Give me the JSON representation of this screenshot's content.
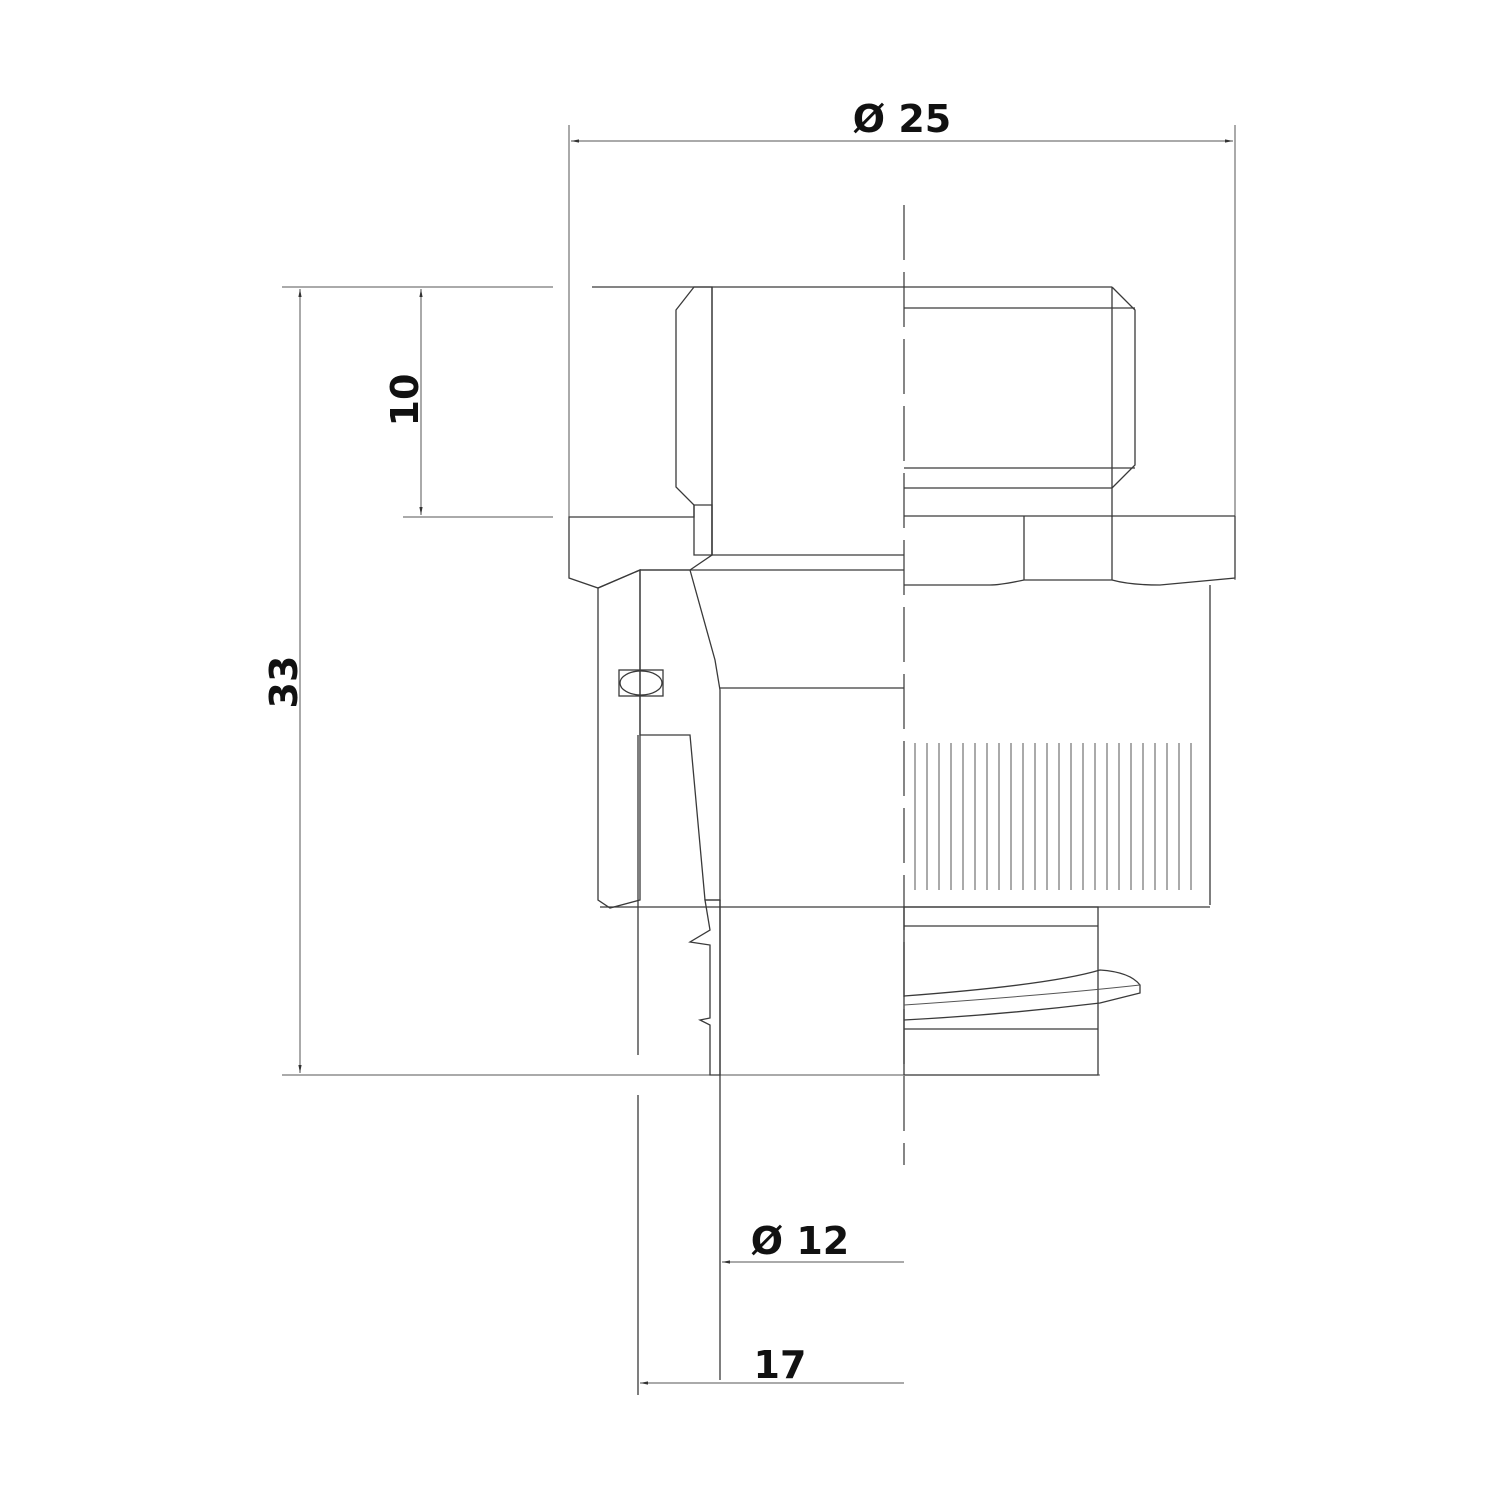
{
  "drawing": {
    "type": "technical-section-drawing",
    "subject": "threaded fitting with hex nut, knurled ring and O-ring (half section)",
    "line_color": "#3a3a3a",
    "text_color": "#111111",
    "background": "#ffffff"
  },
  "dimensions": {
    "outer_diameter": {
      "label": "Ø 25",
      "value": 25,
      "orientation": "horizontal",
      "position": "top"
    },
    "total_height": {
      "label": "33",
      "value": 33,
      "orientation": "vertical",
      "position": "left"
    },
    "thread_length": {
      "label": "10",
      "value": 10,
      "orientation": "vertical",
      "position": "left-inner"
    },
    "bore_diameter": {
      "label": "Ø 12",
      "value": 12,
      "orientation": "horizontal",
      "position": "bottom"
    },
    "inner_diameter": {
      "label": "17",
      "value": 17,
      "orientation": "horizontal",
      "position": "bottom"
    }
  }
}
